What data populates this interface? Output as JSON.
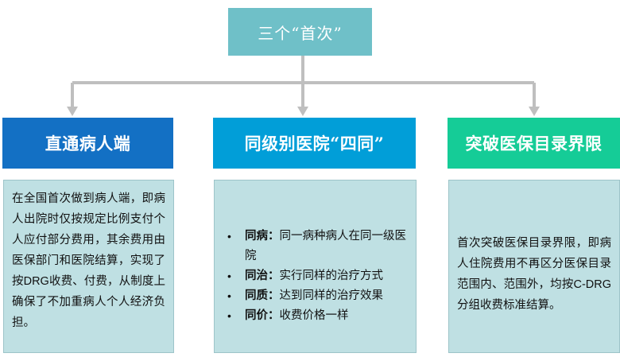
{
  "diagram": {
    "title_text": "三个“首次”",
    "colors": {
      "root": "#6fc0c8",
      "branch_1": "#1370c4",
      "branch_2": "#019ed8",
      "branch_3": "#15cc97",
      "body_fill": "#bfe0e3",
      "body_border": "#9dc4c9",
      "connector": "#bfbfbf",
      "heading_text": "#ffffff",
      "body_text": "#111111"
    },
    "root": {
      "label": "三个“首次”"
    },
    "branches": [
      {
        "heading": "直通病人端",
        "body_type": "paragraph",
        "body_text": "在全国首次做到病人端，即病人出院时仅按规定比例支付个人应付部分费用，其余费用由医保部门和医院结算，实现了按DRG收费、付费，从制度上确保了不加重病人个人经济负担。"
      },
      {
        "heading": "同级别医院“四同”",
        "body_type": "list",
        "items": [
          {
            "term": "同病：",
            "detail": "同一病种病人在同一级医院"
          },
          {
            "term": "同治：",
            "detail": "实行同样的治疗方式"
          },
          {
            "term": "同质：",
            "detail": "达到同样的治疗效果"
          },
          {
            "term": "同价：",
            "detail": "收费价格一样"
          }
        ]
      },
      {
        "heading": "突破医保目录界限",
        "body_type": "paragraph",
        "body_text": "首次突破医保目录界限，即病人住院费用不再区分医保目录范围内、范围外，均按C-DRG分组收费标准结算。"
      }
    ]
  }
}
